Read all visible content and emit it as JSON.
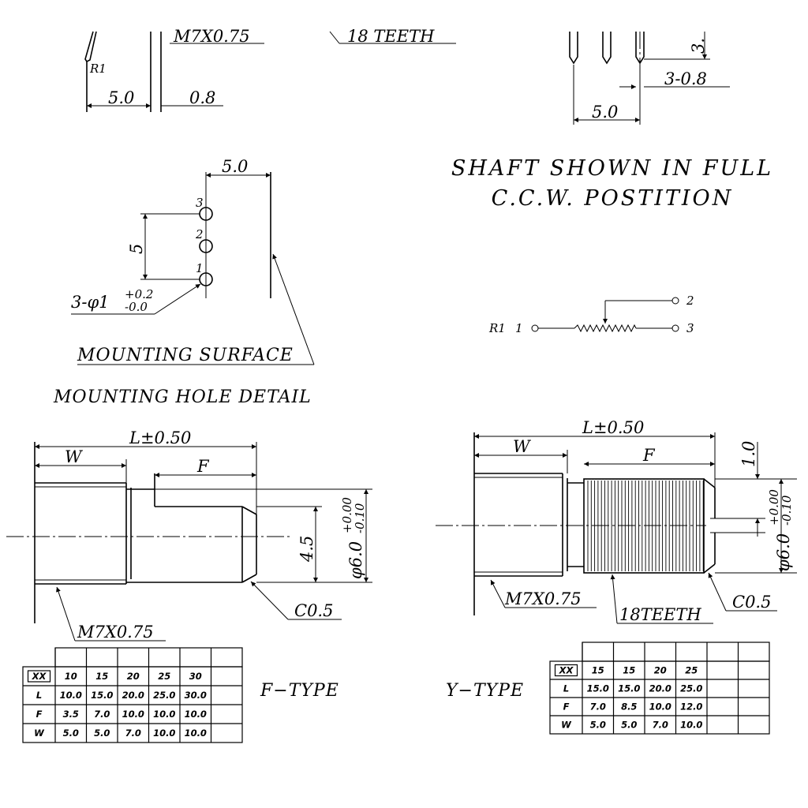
{
  "top_left": {
    "r1": "R1",
    "dim_5": "5.0",
    "dim_08": "0.8",
    "thread": "M7X0.75",
    "teeth": "18 TEETH"
  },
  "top_right": {
    "dim_3": "3.",
    "dim_3_08": "3-0.8",
    "dim_5": "5.0"
  },
  "mounting": {
    "dim_50": "5.0",
    "dim_5": "5",
    "pin_1": "1",
    "pin_2": "2",
    "pin_3": "3",
    "hole_base": "3-φ1",
    "hole_tol_plus": "+0.2",
    "hole_tol_minus": "-0.0",
    "surface": "MOUNTING SURFACE",
    "title": "MOUNTING HOLE DETAIL"
  },
  "note": {
    "line1": "SHAFT SHOWN IN FULL",
    "line2": "C.C.W. POSTITION"
  },
  "schematic": {
    "name": "R1",
    "t1": "1",
    "t2": "2",
    "t3": "3"
  },
  "f_type": {
    "l_label": "L±0.50",
    "w_label": "W",
    "f_label": "F",
    "dim_45": "4.5",
    "dia_base": "φ6.0",
    "dia_plus": "+0.00",
    "dia_minus": "-0.10",
    "chamfer": "C0.5",
    "thread": "M7X0.75",
    "type_label": "F−TYPE"
  },
  "y_type": {
    "l_label": "L±0.50",
    "w_label": "W",
    "f_label": "F",
    "dim_10": "1.0",
    "dia_base": "φ6.0",
    "dia_plus": "+0.00",
    "dia_minus": "-0.10",
    "chamfer": "C0.5",
    "thread": "M7X0.75",
    "teeth": "18TEETH",
    "type_label": "Y−TYPE"
  },
  "f_table": {
    "header": [
      "XX",
      "10",
      "15",
      "20",
      "25",
      "30"
    ],
    "rows": [
      [
        "L",
        "10.0",
        "15.0",
        "20.0",
        "25.0",
        "30.0"
      ],
      [
        "F",
        "3.5",
        "7.0",
        "10.0",
        "10.0",
        "10.0"
      ],
      [
        "W",
        "5.0",
        "5.0",
        "7.0",
        "10.0",
        "10.0"
      ]
    ]
  },
  "y_table": {
    "header": [
      "XX",
      "15",
      "15",
      "20",
      "25"
    ],
    "rows": [
      [
        "L",
        "15.0",
        "15.0",
        "20.0",
        "25.0"
      ],
      [
        "F",
        "7.0",
        "8.5",
        "10.0",
        "12.0"
      ],
      [
        "W",
        "5.0",
        "5.0",
        "7.0",
        "10.0"
      ]
    ]
  }
}
